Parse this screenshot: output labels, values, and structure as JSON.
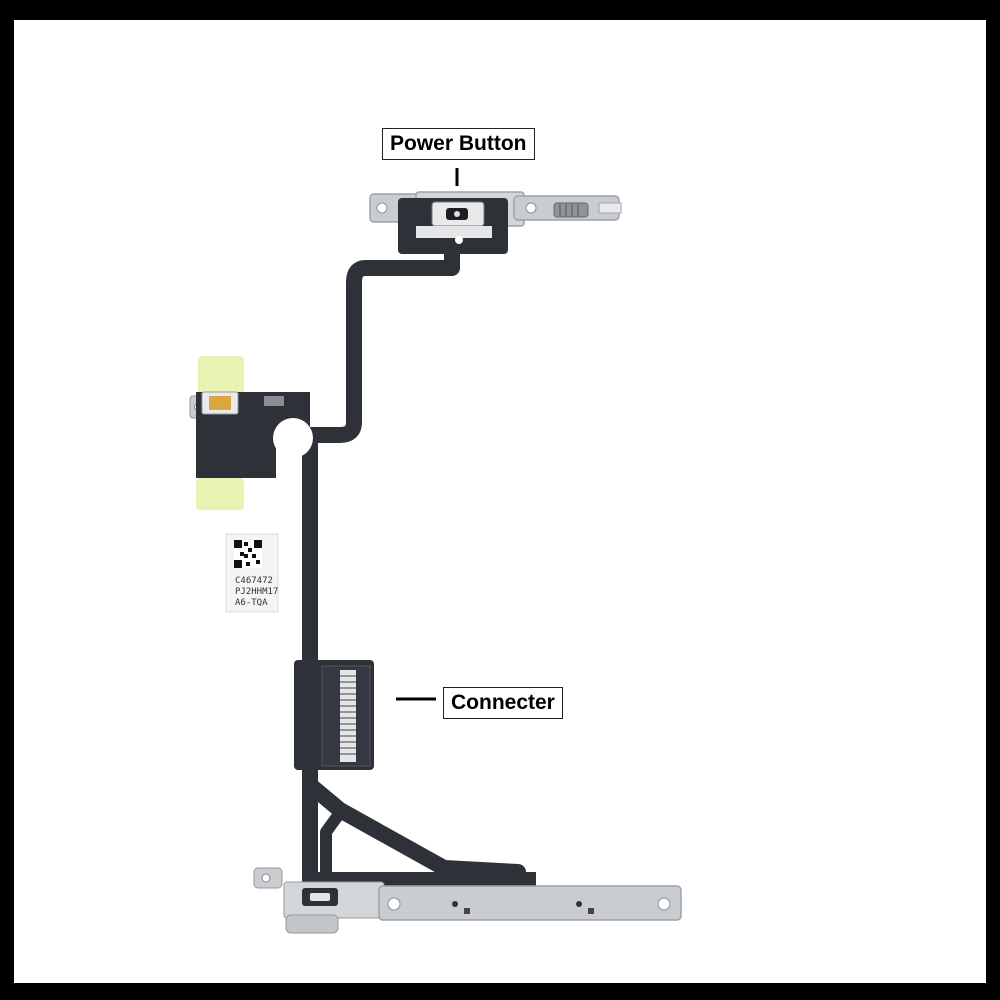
{
  "labels": {
    "power_button": "Power Button",
    "connector": "Connecter"
  },
  "sticker": {
    "line1": "C467472",
    "line2": "PJ2HHM17",
    "line3": "A6-TQA"
  },
  "colors": {
    "background": "#ffffff",
    "frame": "#000000",
    "flex_cable": "#2e3138",
    "metal_bracket": "#c9ccd0",
    "adhesive_tab": "#e3f0a6",
    "contact_pad": "#d9a640"
  },
  "icons": {
    "qr_code": "qr-code-icon"
  }
}
